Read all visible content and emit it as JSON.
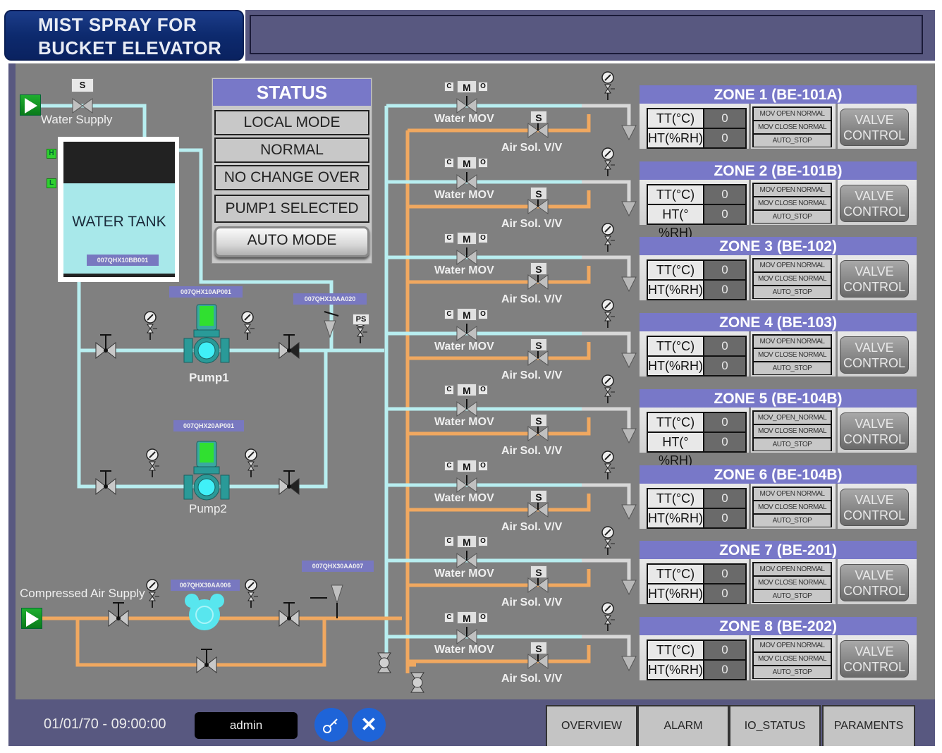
{
  "header": {
    "title_line1": "MIST SPRAY  FOR",
    "title_line2": "BUCKET ELEVATOR"
  },
  "water_system": {
    "water_supply_label": "Water Supply",
    "supply_valve_label": "S",
    "tank": {
      "label": "WATER TANK",
      "tag": "007QHX10BB001",
      "level_high": "H",
      "level_low": "L"
    },
    "pump1": {
      "label": "Pump1",
      "tag": "007QHX10AP001"
    },
    "pump2": {
      "label": "Pump2",
      "tag": "007QHX20AP001"
    },
    "relief_valve_tag": "007QHX10AA020",
    "pressure_switch_label": "PS"
  },
  "air_system": {
    "supply_label": "Compressed Air Supply",
    "filter_tag": "007QHX30AA006",
    "relief_valve_tag": "007QHX30AA007"
  },
  "status": {
    "title": "STATUS",
    "items": [
      "LOCAL MODE",
      "NORMAL",
      "NO CHANGE OVER",
      "PUMP1 SELECTED"
    ],
    "auto_mode_button": "AUTO MODE"
  },
  "branch": {
    "mov_c": "C",
    "mov_m": "M",
    "mov_o": "O",
    "water_mov_label": "Water MOV",
    "air_sol_label": "Air Sol. V/V",
    "sol_label": "S"
  },
  "zones": [
    {
      "title": "ZONE 1 (BE-101A)",
      "tt_label": "TT(°C)",
      "tt_value": "0",
      "ht_label": "HT(%RH)",
      "ht_value": "0",
      "status": [
        "MOV OPEN NORMAL",
        "MOV CLOSE NORMAL",
        "AUTO_STOP"
      ],
      "button": "VALVE CONTROL"
    },
    {
      "title": "ZONE 2 (BE-101B)",
      "tt_label": "TT(°C)",
      "tt_value": "0",
      "ht_label": "HT(°%RH)",
      "ht_value": "0",
      "status": [
        "MOV OPEN NORMAL",
        "MOV CLOSE NORMAL",
        "AUTO_STOP"
      ],
      "button": "VALVE CONTROL"
    },
    {
      "title": "ZONE 3 (BE-102)",
      "tt_label": "TT(°C)",
      "tt_value": "0",
      "ht_label": "HT(%RH)",
      "ht_value": "0",
      "status": [
        "MOV OPEN NORMAL",
        "MOV CLOSE NORMAL",
        "AUTO_STOP"
      ],
      "button": "VALVE CONTROL"
    },
    {
      "title": "ZONE 4 (BE-103)",
      "tt_label": "TT(°C)",
      "tt_value": "0",
      "ht_label": "HT(%RH)",
      "ht_value": "0",
      "status": [
        "MOV OPEN NORMAL",
        "MOV CLOSE NORMAL",
        "AUTO_STOP"
      ],
      "button": "VALVE CONTROL"
    },
    {
      "title": "ZONE 5 (BE-104B)",
      "tt_label": "TT(°C)",
      "tt_value": "0",
      "ht_label": "HT(°%RH)",
      "ht_value": "0",
      "status": [
        "MOV_OPEN_NORMAL",
        "MOV CLOSE NORMAL",
        "AUTO_STOP"
      ],
      "button": "VALVE CONTROL"
    },
    {
      "title": "ZONE 6 (BE-104B)",
      "tt_label": "TT(°C)",
      "tt_value": "0",
      "ht_label": "HT(%RH)",
      "ht_value": "0",
      "status": [
        "MOV OPEN NORMAL",
        "MOV CLOSE NORMAL",
        "AUTO_STOP"
      ],
      "button": "VALVE CONTROL"
    },
    {
      "title": "ZONE 7 (BE-201)",
      "tt_label": "TT(°C)",
      "tt_value": "0",
      "ht_label": "HT(%RH)",
      "ht_value": "0",
      "status": [
        "MOV OPEN NORMAL",
        "MOV CLOSE NORMAL",
        "AUTO_STOP"
      ],
      "button": "VALVE CONTROL"
    },
    {
      "title": "ZONE 8 (BE-202)",
      "tt_label": "TT(°C)",
      "tt_value": "0",
      "ht_label": "HT(%RH)",
      "ht_value": "0",
      "status": [
        "MOV OPEN NORMAL",
        "MOV CLOSE NORMAL",
        "AUTO_STOP"
      ],
      "button": "VALVE CONTROL"
    }
  ],
  "footer": {
    "datetime": "01/01/70 - 09:00:00",
    "user": "admin",
    "login_icon": "key-icon",
    "logout_icon": "close-icon",
    "tabs": [
      "OVERVIEW",
      "ALARM",
      "IO_STATUS",
      "PARAMENTS"
    ]
  },
  "colors": {
    "water_pipe": "#b8eef0",
    "air_pipe": "#f0a860",
    "zone_header": "#7878c8",
    "frame": "#585880",
    "title_bg": "#0d2a6e"
  }
}
